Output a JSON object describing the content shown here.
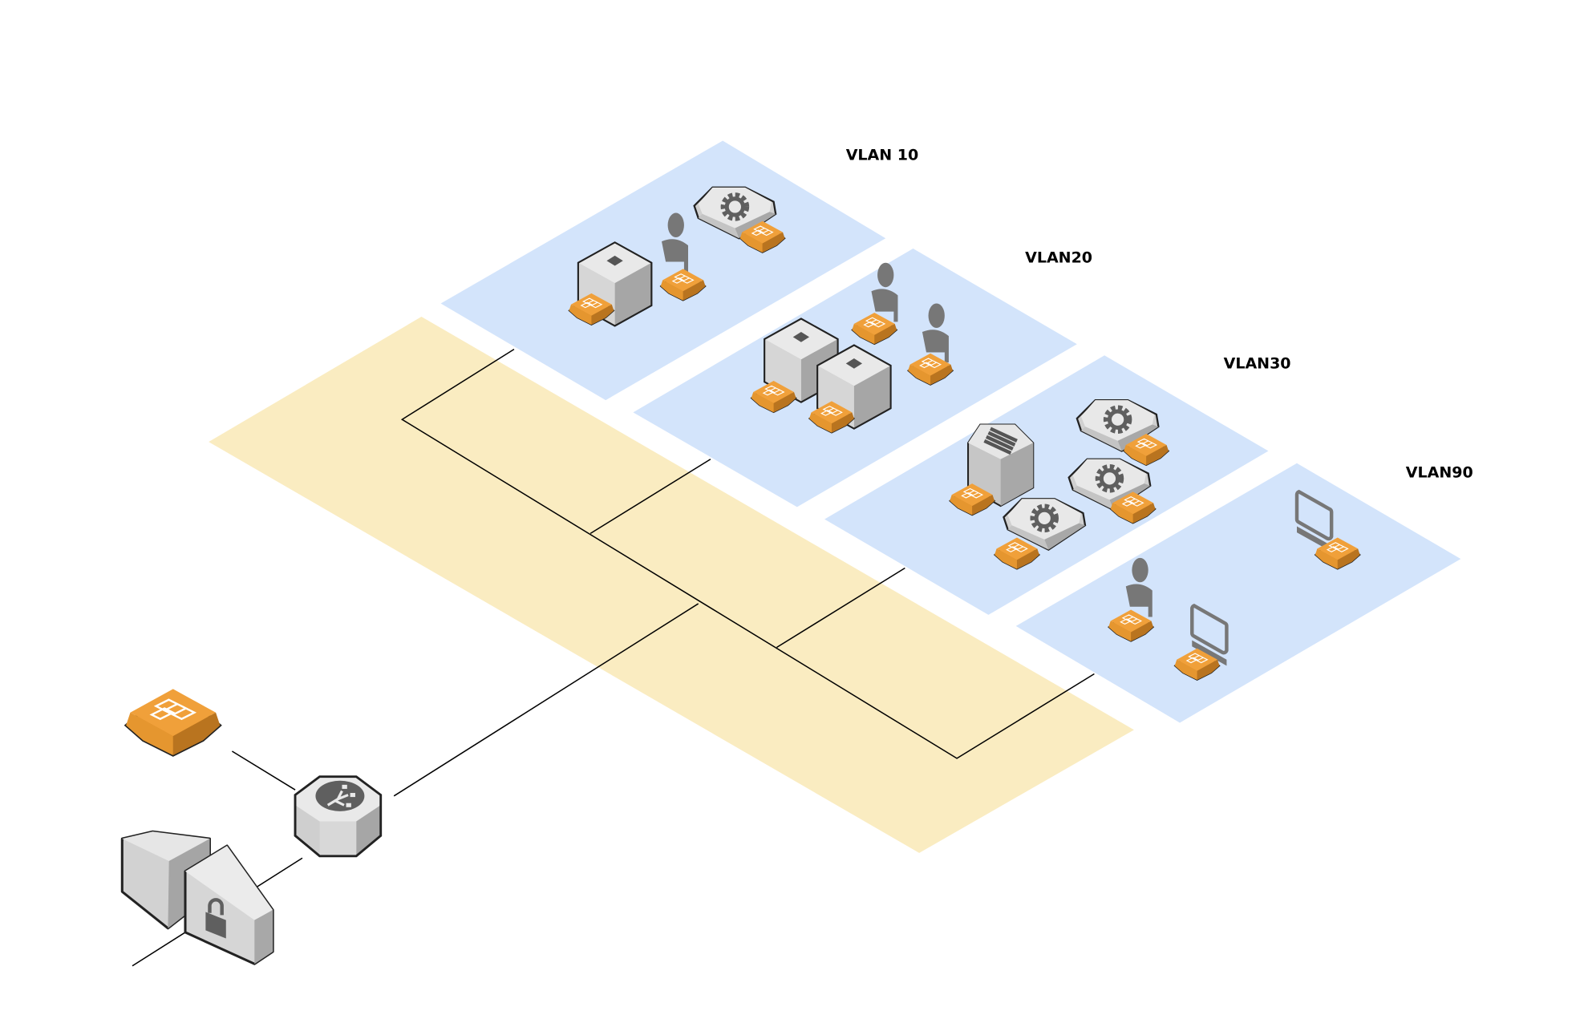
{
  "diagram": {
    "title": "VLAN network segmentation diagram",
    "colors": {
      "vlan_zone": "#d3e4fb",
      "core_zone": "#faecc1",
      "firewall_badge": "#f0a03a",
      "device_gray": "#dcdcdc",
      "icon_dark": "#5f5f5f"
    },
    "vlans": [
      {
        "label": "VLAN 10",
        "devices": [
          "server",
          "user",
          "gear-appliance"
        ]
      },
      {
        "label": "VLAN20",
        "devices": [
          "server",
          "server",
          "user",
          "user"
        ]
      },
      {
        "label": "VLAN30",
        "devices": [
          "database",
          "gear-appliance",
          "gear-appliance",
          "gear-appliance"
        ]
      },
      {
        "label": "VLAN90",
        "devices": [
          "user",
          "workstation",
          "workstation"
        ]
      }
    ],
    "core": {
      "router": "router-icon",
      "firewall": "firewall-icon",
      "vpn_gateway": "lock-gateway-icon"
    }
  }
}
